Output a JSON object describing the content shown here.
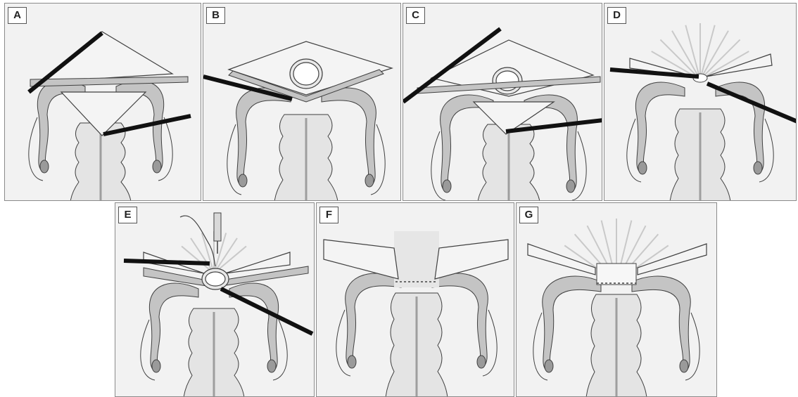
{
  "figure": {
    "panels": [
      {
        "id": "A",
        "label": "A",
        "scene": "cone-open-vessel",
        "instruments": 2
      },
      {
        "id": "B",
        "label": "B",
        "scene": "cone-open-vessel-ring",
        "instruments": 1
      },
      {
        "id": "C",
        "label": "C",
        "scene": "cone-open-vessel-ring",
        "instruments": 2
      },
      {
        "id": "D",
        "label": "D",
        "scene": "radial-flaps-narrow",
        "instruments": 2
      },
      {
        "id": "E",
        "label": "E",
        "scene": "radial-flaps-syringe",
        "instruments": 2
      },
      {
        "id": "F",
        "label": "F",
        "scene": "wide-flaps-sutured",
        "instruments": 0
      },
      {
        "id": "G",
        "label": "G",
        "scene": "wide-flaps-sutured-closed",
        "instruments": 0
      }
    ],
    "colors": {
      "panel_bg": "#f2f2f2",
      "tissue_fill": "#c4c4c4",
      "tissue_dark": "#9a9a9a",
      "vessel_fill": "#e4e4e4",
      "outline": "#404040",
      "instrument": "#111111"
    }
  }
}
